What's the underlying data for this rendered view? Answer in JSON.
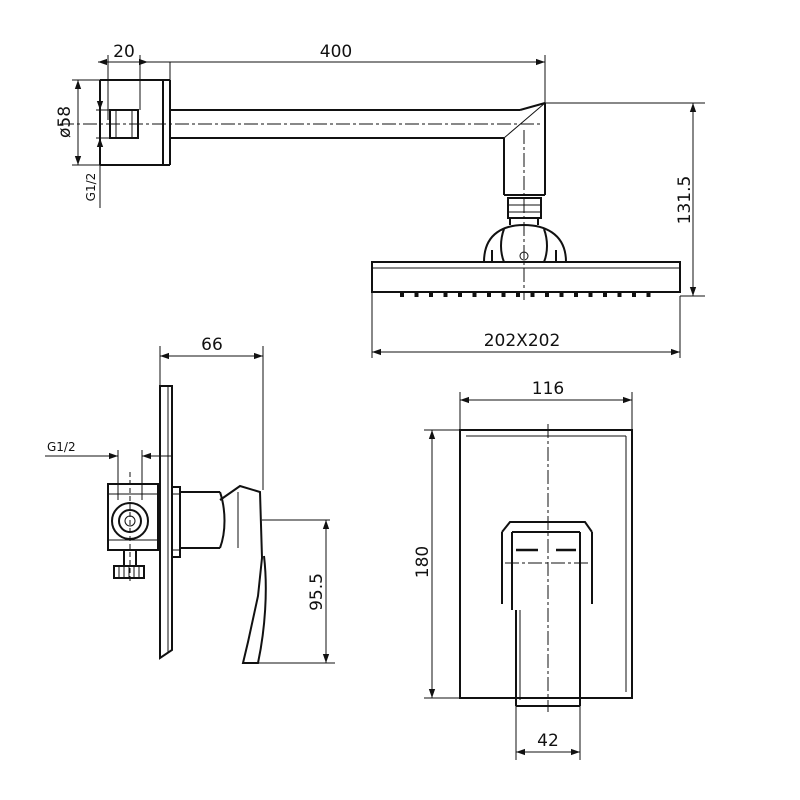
{
  "dimensions": {
    "wall_flange_depth": "20",
    "arm_length": "400",
    "flange_diameter": "ø58",
    "arm_thread": "G1/2",
    "head_drop": "131.5",
    "head_size": "202X202",
    "mixer_depth": "66",
    "mixer_thread": "G1/2",
    "lever_height": "95.5",
    "plate_width": "116",
    "plate_height": "180",
    "handle_width": "42"
  }
}
